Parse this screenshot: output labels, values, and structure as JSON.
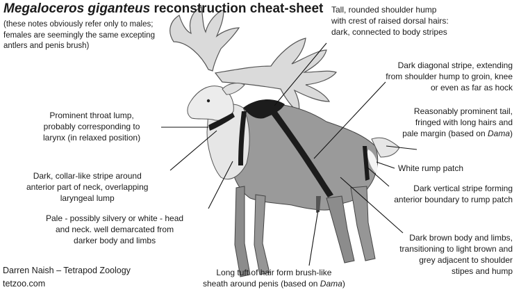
{
  "title": {
    "italic": "Megaloceros giganteus",
    "rest": " reconstruction cheat-sheet"
  },
  "subtitle": [
    "(these notes obviously refer only to males;",
    "females are seemingly the same excepting",
    "antlers and penis brush)"
  ],
  "annotations": {
    "shoulder_hump": [
      "Tall, rounded shoulder hump",
      "with crest of raised dorsal hairs:",
      "dark, connected to body stripes"
    ],
    "diagonal_stripe": [
      "Dark diagonal stripe, extending",
      "from shoulder hump to groin, knee",
      "or even as far as hock"
    ],
    "tail": [
      "Reasonably prominent tail,",
      "fringed with long hairs and",
      "pale margin (based on ",
      "Dama",
      ")"
    ],
    "rump_patch": [
      "White rump patch"
    ],
    "vertical_stripe": [
      "Dark vertical stripe forming",
      "anterior boundary to rump patch"
    ],
    "body_limbs": [
      "Dark brown body and limbs,",
      "transitioning to light brown and",
      "grey adjacent to shoulder",
      "stipes and hump"
    ],
    "penis_tuft": [
      "Long tuft of hair form brush-like",
      "sheath around penis (based on ",
      "Dama",
      ")"
    ],
    "throat_lump": [
      "Prominent throat lump,",
      "probably corresponding to",
      "larynx (in relaxed position)"
    ],
    "collar": [
      "Dark, collar-like stripe around",
      "anterior part of neck, overlapping",
      "laryngeal lump"
    ],
    "head_neck": [
      "Pale - possibly silvery or white - head",
      "and neck. well demarcated from",
      "darker body and limbs"
    ]
  },
  "credits": {
    "author": "Darren Naish – Tetrapod Zoology",
    "site": "tetzoo.com"
  },
  "colors": {
    "background": "#ffffff",
    "text": "#1a1a1a",
    "body_fur": "#9a9a9a",
    "dark_stripe": "#1c1c1c",
    "pale_fur": "#e6e6e6",
    "antler": "#d8d8d8"
  }
}
